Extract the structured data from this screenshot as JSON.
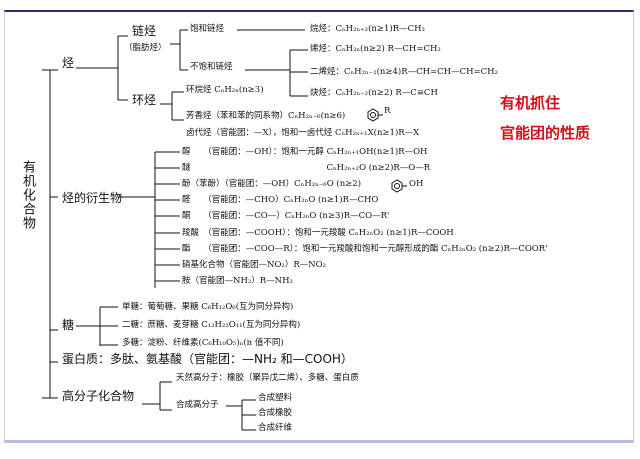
{
  "root": "有机化合物",
  "highlight": [
    "有机抓住",
    "官能团的性质"
  ],
  "hydrocarbon": {
    "label": "烃",
    "chain": "链烃",
    "chain_alt": "（脂肪烃）",
    "saturated": "饱和链烃",
    "unsaturated": "不饱和链烃",
    "alkane": "烷烃：CₙH₂ₙ₊₂(n≥1)R—CH₃",
    "alkene": "烯烃：CₙH₂ₙ(n≥2) R—CH=CH₂",
    "diene": "二烯烃：CₙH₂ₙ₋₂(n≥4)R—CH=CH—CH=CH₂",
    "alkyne": "炔烃：CₙH₂ₙ₋₂(n≥2) R—C≡CH",
    "cyclic": "环烃",
    "cycloalkane": "环烷烃 CₙH₂ₙ(n≥3)",
    "aromatic": "芳香烃（苯和苯的同系物）CₙH₂ₙ₋₆(n≥6)",
    "aromatic_r": "R"
  },
  "derivative": {
    "label": "烃的衍生物",
    "halide": "卤代烃（官能团：—X），饱和一卤代烃 CₙH₂ₙ₊₁X(n≥1)R—X",
    "items": [
      "醇　　（官能团：—OH）：饱和一元醇 CₙH₂ₙ₊₁OH(n≥1)R—OH",
      "醚　　　　　　　　　　　　　　　　CₙH₂ₙ₊₂O (n≥2)R—O—R",
      "酚（苯酚）（官能团：—OH）CₙH₂ₙ₋₆O (n≥2)",
      "醛　　（官能团：—CHO）CₙH₂ₙO (n≥1)R—CHO",
      "酮　　（官能团：—CO—）CₙH₂ₙO (n≥3)R—CO—R'",
      "羧酸　（官能团：—COOH）：饱和一元羧酸 CₙH₂ₙO₂ (n≥1)R—COOH",
      "酯　　（官能团：—COO—R）：饱和一元羧酸和饱和一元醇形成的酯 CₙH₂ₙO₂ (n≥2)R—COOR'",
      "硝基化合物（官能团—NO₂）R—NO₂",
      "胺（官能团—NH₂）R—NH₂"
    ],
    "phenol_oh": "OH"
  },
  "sugar": {
    "label": "糖",
    "items": [
      "单糖：葡萄糖、果糖 C₆H₁₂O₆(互为同分异构)",
      "二糖：蔗糖、麦芽糖 C₁₂H₂₂O₁₁(互为同分异构)",
      "多糖：淀粉、纤维素(C₆H₁₀O₅)ₙ(n 值不同)"
    ]
  },
  "protein": "蛋白质：多肽、氨基酸（官能团：—NH₂ 和—COOH）",
  "polymer": {
    "label": "高分子化合物",
    "natural": "天然高分子：橡胶（聚异戊二烯）、多糖、蛋白质",
    "synthetic": "合成高分子",
    "synthetic_items": [
      "合成塑料",
      "合成橡胶",
      "合成纤维"
    ]
  }
}
